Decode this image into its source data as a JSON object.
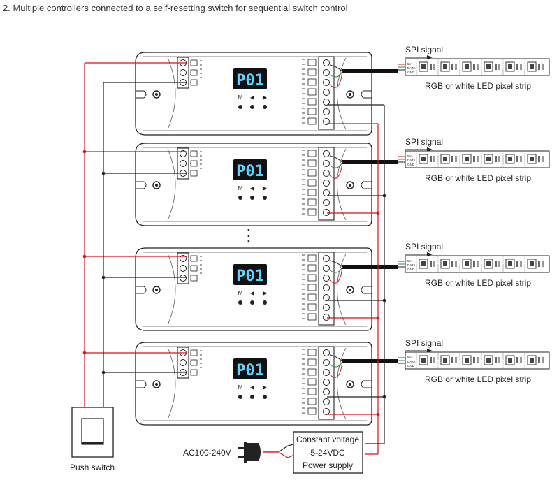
{
  "title": "2. Multiple controllers connected to a self-resetting switch for sequential switch control",
  "controllers": [
    {
      "display": "P01",
      "keys": [
        "M",
        "◀",
        "▶"
      ]
    },
    {
      "display": "P01",
      "keys": [
        "M",
        "◀",
        "▶"
      ]
    },
    {
      "display": "P01",
      "keys": [
        "M",
        "◀",
        "▶"
      ]
    },
    {
      "display": "P01",
      "keys": [
        "M",
        "◀",
        "▶"
      ]
    }
  ],
  "strips": [
    {
      "signal": "SPI signal",
      "label": "RGB or white LED pixel strip"
    },
    {
      "signal": "SPI signal",
      "label": "RGB or white LED pixel strip"
    },
    {
      "signal": "SPI signal",
      "label": "RGB or white LED pixel strip"
    },
    {
      "signal": "SPI signal",
      "label": "RGB or white LED pixel strip"
    }
  ],
  "strip_pins": [
    "5V+",
    "DATA",
    "GND"
  ],
  "ellipsis": "⋮",
  "push_switch": "Push switch",
  "mains": "AC100-240V",
  "power_supply": [
    "Constant voltage",
    "5-24VDC",
    "Power supply"
  ],
  "colors": {
    "live": "#d4141b",
    "neutral": "#222222",
    "display": "#5fd3ff",
    "data_green": "#2e8b3a"
  }
}
